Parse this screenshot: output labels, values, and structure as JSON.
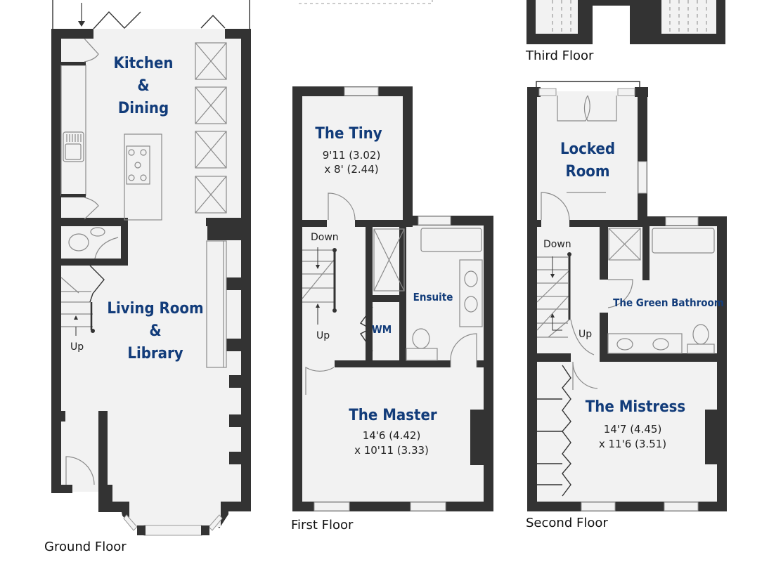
{
  "floors": {
    "ground": {
      "title": "Ground Floor",
      "rooms": {
        "kitchen": {
          "line1": "Kitchen",
          "line2": "&",
          "line3": "Dining"
        },
        "living": {
          "line1": "Living Room",
          "line2": "&",
          "line3": "Library"
        }
      },
      "stairs_label": "Up"
    },
    "first": {
      "title": "First Floor",
      "rooms": {
        "tiny": {
          "name": "The Tiny",
          "dim1": "9'11 (3.02)",
          "dim2": "x 8' (2.44)"
        },
        "ensuite": {
          "name": "Ensuite"
        },
        "wm": {
          "name": "WM"
        },
        "master": {
          "name": "The Master",
          "dim1": "14'6 (4.42)",
          "dim2": "x 10'11 (3.33)"
        }
      },
      "stairs_down": "Down",
      "stairs_up": "Up"
    },
    "second": {
      "title": "Second Floor",
      "rooms": {
        "locked": {
          "line1": "Locked",
          "line2": "Room"
        },
        "green_bath": {
          "name": "The Green Bathroom"
        },
        "mistress": {
          "name": "The Mistress",
          "dim1": "14'7 (4.45)",
          "dim2": "x 11'6 (3.51)"
        }
      },
      "stairs_down": "Down",
      "stairs_up": "Up"
    },
    "third": {
      "title": "Third Floor"
    }
  },
  "colors": {
    "wall": "#333333",
    "floor": "#f2f2f2",
    "label": "#123c7a"
  }
}
